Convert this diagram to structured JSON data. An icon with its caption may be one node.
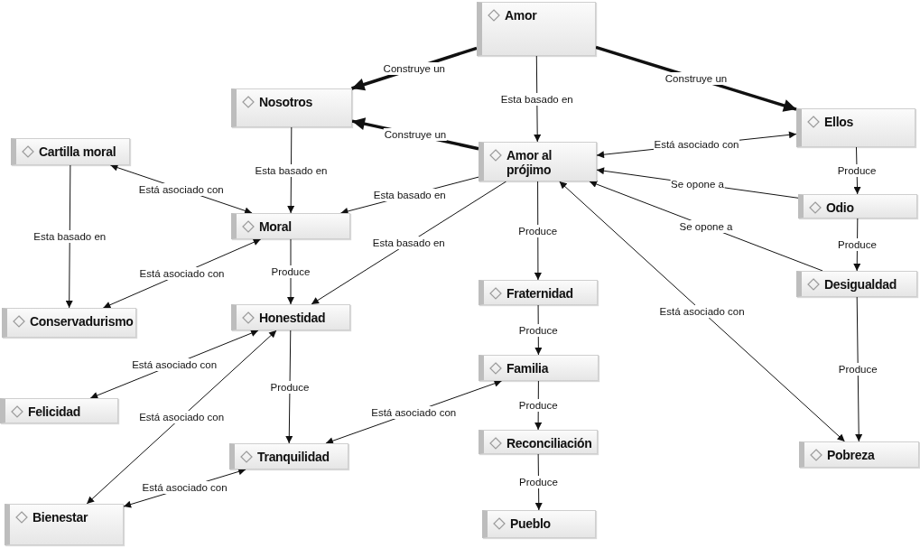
{
  "diagram": {
    "nodes": [
      {
        "text": [
          "Amor"
        ]
      },
      {
        "text": [
          "Nosotros"
        ]
      },
      {
        "text": [
          "Ellos"
        ]
      },
      {
        "text": [
          "Cartilla moral"
        ]
      },
      {
        "text": [
          "Amor al prójimo"
        ]
      },
      {
        "text": [
          "Moral"
        ]
      },
      {
        "text": [
          "Odio"
        ]
      },
      {
        "text": [
          "Desigualdad"
        ]
      },
      {
        "text": [
          "Conservadurismo"
        ]
      },
      {
        "text": [
          "Honestidad"
        ]
      },
      {
        "text": [
          "Fraternidad"
        ]
      },
      {
        "text": [
          "Familia"
        ]
      },
      {
        "text": [
          "Felicidad"
        ]
      },
      {
        "text": [
          "Reconciliación"
        ]
      },
      {
        "text": [
          "Tranquilidad"
        ]
      },
      {
        "text": [
          "Pobreza"
        ]
      },
      {
        "text": [
          "Bienestar"
        ]
      },
      {
        "text": [
          "Pueblo"
        ]
      }
    ],
    "edges": [
      {
        "from": 0,
        "to": 1,
        "arrow": "to",
        "label": "Construye un",
        "style": "thick"
      },
      {
        "from": 0,
        "to": 2,
        "arrow": "to",
        "label": "Construye un",
        "style": "thick"
      },
      {
        "from": 0,
        "to": 4,
        "arrow": "to",
        "label": "Esta basado en"
      },
      {
        "from": 4,
        "to": 1,
        "arrow": "to",
        "label": "Construye un",
        "style": "thick"
      },
      {
        "from": 1,
        "to": 5,
        "arrow": "to",
        "label": "Esta basado en"
      },
      {
        "from": 4,
        "to": 2,
        "arrow": "both",
        "label": "Está asociado con"
      },
      {
        "from": 6,
        "to": 4,
        "arrow": "to",
        "label": "Se opone a"
      },
      {
        "from": 7,
        "to": 4,
        "arrow": "to",
        "label": "Se opone a"
      },
      {
        "from": 2,
        "to": 6,
        "arrow": "to",
        "label": "Produce"
      },
      {
        "from": 6,
        "to": 7,
        "arrow": "to",
        "label": "Produce"
      },
      {
        "from": 7,
        "to": 15,
        "arrow": "to",
        "label": "Produce"
      },
      {
        "from": 3,
        "to": 5,
        "arrow": "both",
        "label": "Está asociado con"
      },
      {
        "from": 3,
        "to": 8,
        "arrow": "to",
        "label": "Esta basado en"
      },
      {
        "from": 4,
        "to": 5,
        "arrow": "to",
        "label": "Esta basado en"
      },
      {
        "from": 4,
        "to": 9,
        "arrow": "to",
        "label": "Esta basado en"
      },
      {
        "from": 5,
        "to": 8,
        "arrow": "both",
        "label": "Está asociado con"
      },
      {
        "from": 5,
        "to": 9,
        "arrow": "to",
        "label": "Produce"
      },
      {
        "from": 4,
        "to": 10,
        "arrow": "to",
        "label": "Produce"
      },
      {
        "from": 4,
        "to": 15,
        "arrow": "both",
        "label": "Está asociado con"
      },
      {
        "from": 9,
        "to": 12,
        "arrow": "both",
        "label": "Está asociado con"
      },
      {
        "from": 9,
        "to": 16,
        "arrow": "both",
        "label": "Está asociado con"
      },
      {
        "from": 9,
        "to": 14,
        "arrow": "to",
        "label": "Produce"
      },
      {
        "from": 11,
        "to": 14,
        "arrow": "both",
        "label": "Está asociado con"
      },
      {
        "from": 14,
        "to": 16,
        "arrow": "both",
        "label": "Está asociado con"
      },
      {
        "from": 10,
        "to": 11,
        "arrow": "to",
        "label": "Produce"
      },
      {
        "from": 11,
        "to": 13,
        "arrow": "to",
        "label": "Produce"
      },
      {
        "from": 13,
        "to": 17,
        "arrow": "to",
        "label": "Produce"
      }
    ]
  }
}
